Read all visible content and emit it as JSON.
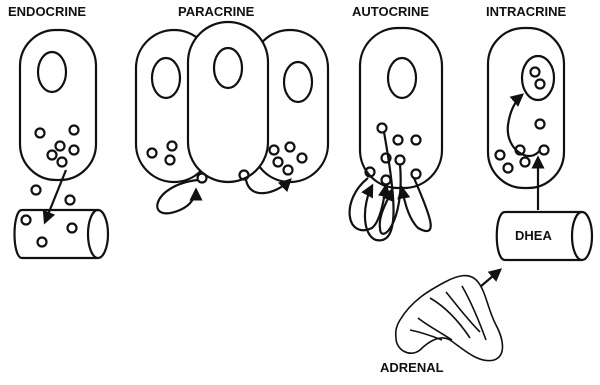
{
  "labels": {
    "endocrine": "ENDOCRINE",
    "paracrine": "PARACRINE",
    "autocrine": "AUTOCRINE",
    "intracrine": "INTRACRINE",
    "dhea": "DHEA",
    "adrenal": "ADRENAL"
  },
  "colors": {
    "ink": "#111111",
    "background": "#ffffff"
  }
}
